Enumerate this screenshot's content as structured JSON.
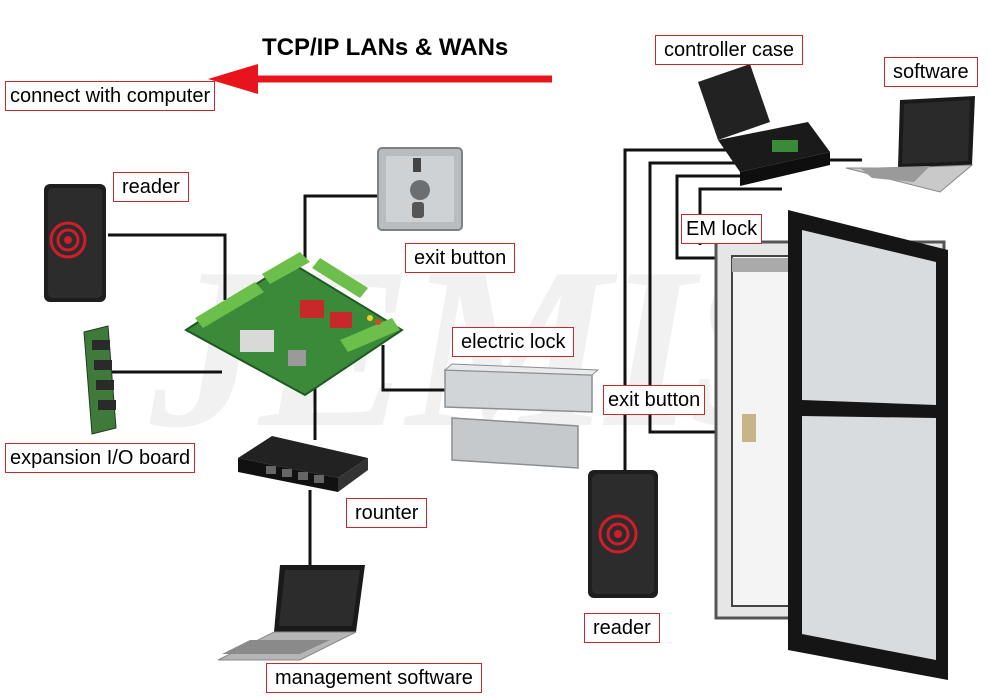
{
  "diagram": {
    "title": "TCP/IP LANs & WANs",
    "watermark": "JEMIS",
    "labels": {
      "connect": "connect with computer",
      "controller_case": "controller case",
      "software": "software",
      "reader_left": "reader",
      "exit_button_left": "exit button",
      "em_lock": "EM lock",
      "electric_lock": "electric lock",
      "exit_button_right": "exit button",
      "expansion": "expansion I/O board",
      "rounter": "rounter",
      "reader_right": "reader",
      "management": "management software"
    },
    "colors": {
      "arrow": "#e8141c",
      "label_border": "#c8282a",
      "line": "#111111",
      "pcb": "#3a8a3a",
      "terminal": "#6cbf4a"
    }
  }
}
